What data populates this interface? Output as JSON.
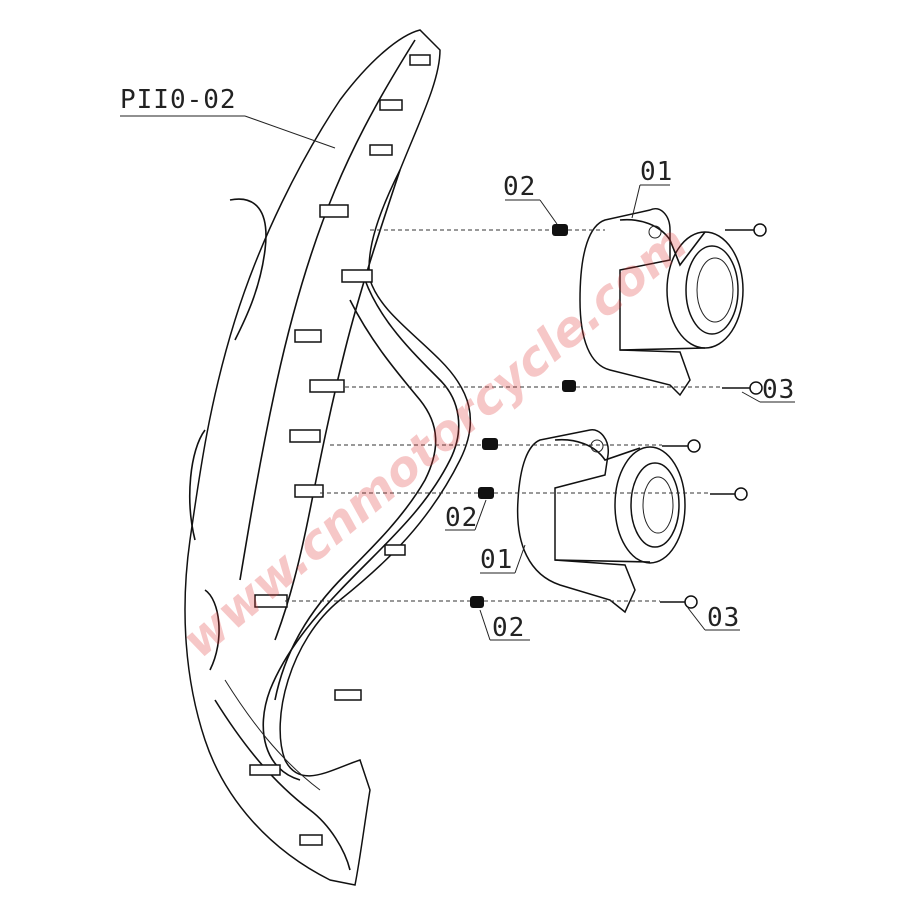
{
  "diagram": {
    "labels": {
      "housing": "PII0-02",
      "lamp_top": "01",
      "lamp_bottom": "01",
      "spring_top": "02",
      "spring_mid": "02",
      "spring_bottom": "02",
      "screw_top": "03",
      "screw_bottom": "03"
    },
    "watermark": "www.cnmotorcycle.com",
    "colors": {
      "line": "#111111",
      "watermark": "#e03b3b"
    }
  }
}
